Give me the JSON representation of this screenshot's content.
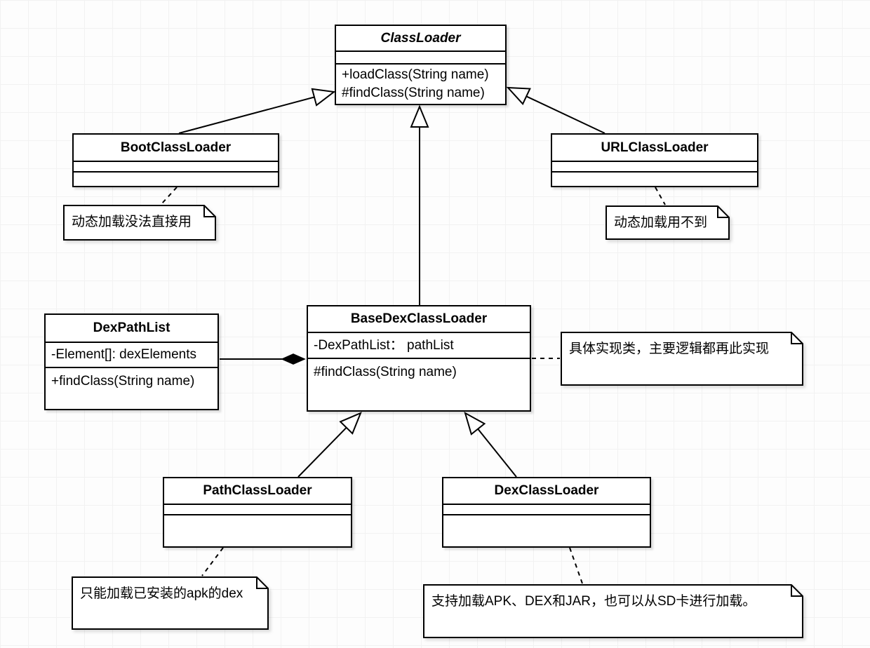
{
  "diagram_title": "Android ClassLoader UML class diagram",
  "canvas": {
    "background": "#fdfdfd",
    "grid_color": "#f2f2f2",
    "stroke_color": "#000000",
    "shape_fill": "#ffffff"
  },
  "classes": {
    "classloader": {
      "name": "ClassLoader",
      "abstract": true,
      "methods": {
        "m1": "+loadClass(String name)",
        "m2": "#findClass(String name)"
      }
    },
    "boot": {
      "name": "BootClassLoader"
    },
    "url": {
      "name": "URLClassLoader"
    },
    "basedex": {
      "name": "BaseDexClassLoader",
      "attributes": {
        "a1": "-DexPathList： pathList"
      },
      "methods": {
        "m1": "#findClass(String name)"
      }
    },
    "dexpathlist": {
      "name": "DexPathList",
      "attributes": {
        "a1": "-Element[]: dexElements"
      },
      "methods": {
        "m1": "+findClass(String name)"
      }
    },
    "path": {
      "name": "PathClassLoader"
    },
    "dex": {
      "name": "DexClassLoader"
    }
  },
  "notes": {
    "boot": {
      "text": "动态加载没法直接用",
      "attached_to": "BootClassLoader"
    },
    "url": {
      "text": "动态加载用不到",
      "attached_to": "URLClassLoader"
    },
    "basedex": {
      "text": "具体实现类，主要逻辑都再此实现",
      "attached_to": "BaseDexClassLoader"
    },
    "path": {
      "text": "只能加载已安装的apk的dex",
      "attached_to": "PathClassLoader"
    },
    "dex": {
      "text": "支持加载APK、DEX和JAR，也可以从SD卡进行加载。",
      "attached_to": "DexClassLoader"
    }
  },
  "relationships": [
    {
      "type": "inheritance",
      "from": "BootClassLoader",
      "to": "ClassLoader"
    },
    {
      "type": "inheritance",
      "from": "URLClassLoader",
      "to": "ClassLoader"
    },
    {
      "type": "inheritance",
      "from": "BaseDexClassLoader",
      "to": "ClassLoader"
    },
    {
      "type": "inheritance",
      "from": "PathClassLoader",
      "to": "BaseDexClassLoader"
    },
    {
      "type": "inheritance",
      "from": "DexClassLoader",
      "to": "BaseDexClassLoader"
    },
    {
      "type": "composition",
      "from": "DexPathList",
      "to": "BaseDexClassLoader"
    },
    {
      "type": "note-link",
      "from": "note",
      "to": "BootClassLoader"
    },
    {
      "type": "note-link",
      "from": "note",
      "to": "URLClassLoader"
    },
    {
      "type": "note-link",
      "from": "note",
      "to": "BaseDexClassLoader"
    },
    {
      "type": "note-link",
      "from": "note",
      "to": "PathClassLoader"
    },
    {
      "type": "note-link",
      "from": "note",
      "to": "DexClassLoader"
    }
  ]
}
